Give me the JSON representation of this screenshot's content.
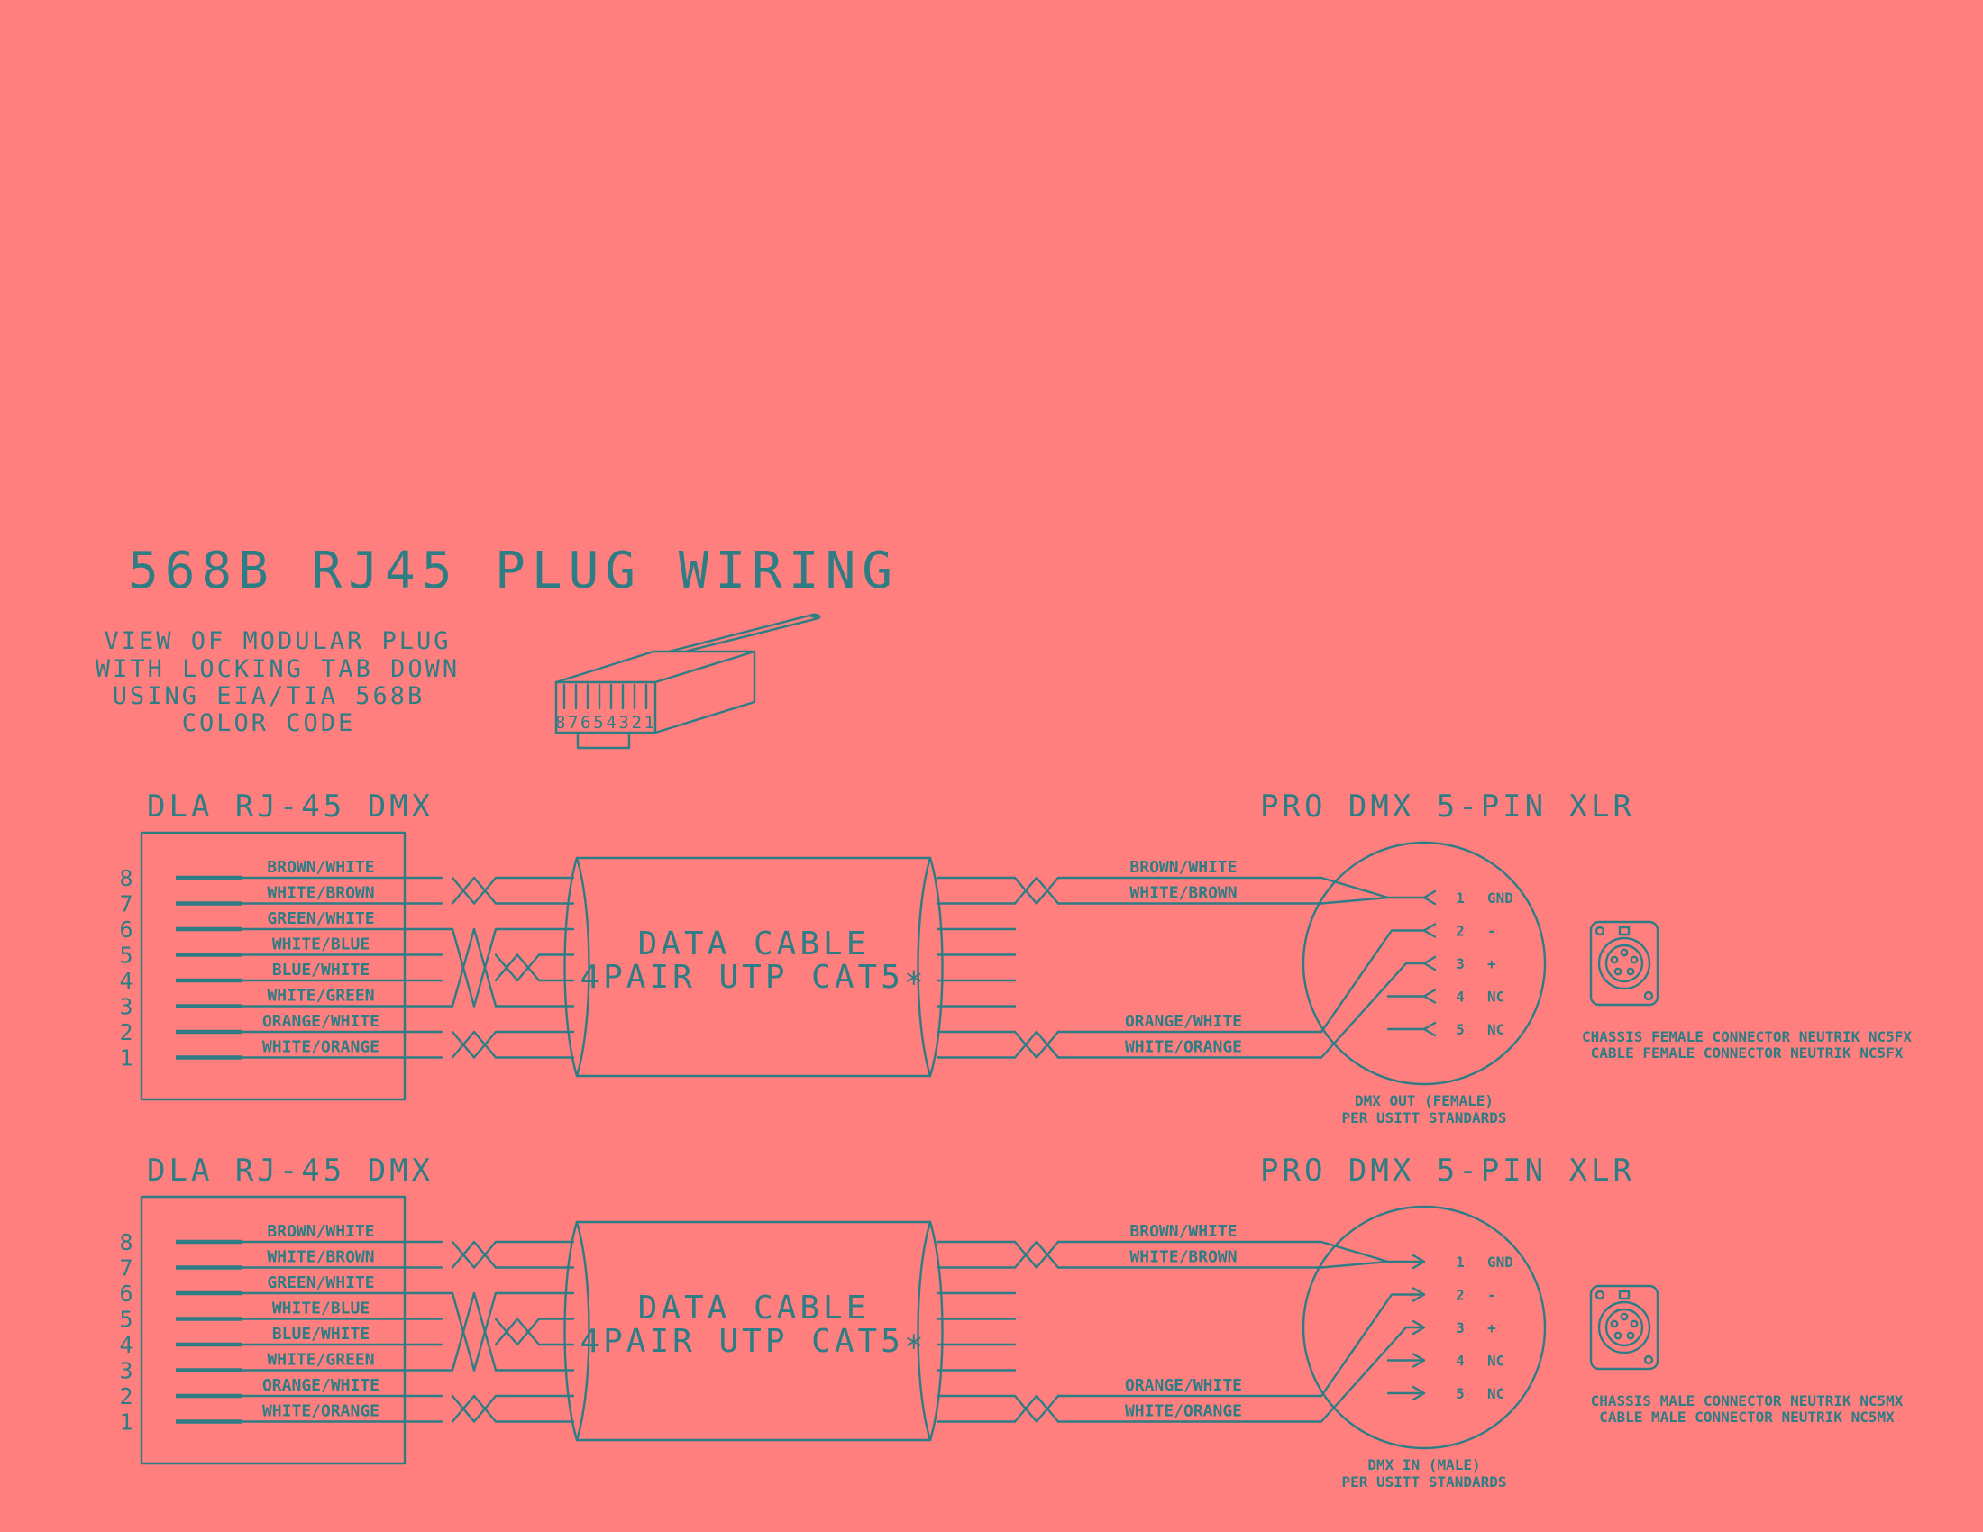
{
  "colors": {
    "background": "#ff7f7f",
    "ink": "#2e7d85"
  },
  "title": "568B RJ45 PLUG WIRING",
  "plug_note": [
    "VIEW OF MODULAR PLUG",
    "WITH LOCKING TAB DOWN",
    "USING EIA/TIA 568B",
    "COLOR CODE"
  ],
  "plug_pins": "87654321",
  "sections": [
    {
      "rj45_title": "DLA RJ-45 DMX",
      "xlr_title": "PRO DMX 5-PIN XLR",
      "pin_numbers": [
        "8",
        "7",
        "6",
        "5",
        "4",
        "3",
        "2",
        "1"
      ],
      "wires_left": [
        "BROWN/WHITE",
        "WHITE/BROWN",
        "GREEN/WHITE",
        "WHITE/BLUE",
        "BLUE/WHITE",
        "WHITE/GREEN",
        "ORANGE/WHITE",
        "WHITE/ORANGE"
      ],
      "wires_right": [
        "BROWN/WHITE",
        "WHITE/BROWN",
        "ORANGE/WHITE",
        "WHITE/ORANGE"
      ],
      "cable_label": [
        "DATA CABLE",
        "4PAIR UTP CAT5∗"
      ],
      "xlr_pins": [
        {
          "num": "1",
          "func": "GND"
        },
        {
          "num": "2",
          "func": "-"
        },
        {
          "num": "3",
          "func": "+"
        },
        {
          "num": "4",
          "func": "NC"
        },
        {
          "num": "5",
          "func": "NC"
        }
      ],
      "xlr_caption": [
        "DMX OUT (FEMALE)",
        "PER USITT STANDARDS"
      ],
      "connector_text": [
        "CHASSIS FEMALE CONNECTOR NEUTRIK NC5FX",
        "CABLE FEMALE CONNECTOR NEUTRIK NC5FX"
      ],
      "connector_icon": "xlr-female-icon",
      "arrow_direction": "out"
    },
    {
      "rj45_title": "DLA RJ-45 DMX",
      "xlr_title": "PRO DMX 5-PIN XLR",
      "pin_numbers": [
        "8",
        "7",
        "6",
        "5",
        "4",
        "3",
        "2",
        "1"
      ],
      "wires_left": [
        "BROWN/WHITE",
        "WHITE/BROWN",
        "GREEN/WHITE",
        "WHITE/BLUE",
        "BLUE/WHITE",
        "WHITE/GREEN",
        "ORANGE/WHITE",
        "WHITE/ORANGE"
      ],
      "wires_right": [
        "BROWN/WHITE",
        "WHITE/BROWN",
        "ORANGE/WHITE",
        "WHITE/ORANGE"
      ],
      "cable_label": [
        "DATA CABLE",
        "4PAIR UTP CAT5∗"
      ],
      "xlr_pins": [
        {
          "num": "1",
          "func": "GND"
        },
        {
          "num": "2",
          "func": "-"
        },
        {
          "num": "3",
          "func": "+"
        },
        {
          "num": "4",
          "func": "NC"
        },
        {
          "num": "5",
          "func": "NC"
        }
      ],
      "xlr_caption": [
        "DMX IN (MALE)",
        "PER USITT STANDARDS"
      ],
      "connector_text": [
        "CHASSIS MALE CONNECTOR NEUTRIK NC5MX",
        "CABLE MALE CONNECTOR NEUTRIK NC5MX"
      ],
      "connector_icon": "xlr-male-icon",
      "arrow_direction": "in"
    }
  ]
}
